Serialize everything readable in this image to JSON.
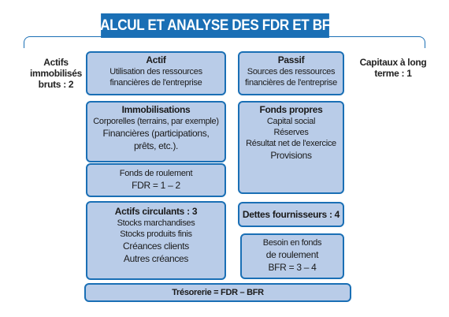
{
  "title": "CALCUL ET ANALYSE DES FDR ET BFR",
  "left_label": [
    "Actifs",
    "immobilisés",
    "bruts : 2"
  ],
  "right_label": [
    "Capitaux à",
    "long terme : 1"
  ],
  "actif": {
    "heading": "Actif",
    "lines": [
      "Utilisation des ressources",
      "financières de l'entreprise"
    ]
  },
  "passif": {
    "heading": "Passif",
    "lines": [
      "Sources des ressources",
      "financières de l'entreprise"
    ]
  },
  "immobilisations": {
    "heading": "Immobilisations",
    "line1": "Corporelles (terrains, par exemple)",
    "line2": "Financières (participations,",
    "line3": "prêts, etc.)."
  },
  "fonds_propres": {
    "heading": "Fonds propres",
    "lines": [
      "Capital social",
      "Réserves",
      "Résultat net de l'exercice",
      "Provisions"
    ]
  },
  "fdr": {
    "line1": "Fonds de roulement",
    "line2": "FDR = 1 – 2"
  },
  "actifs_circulants": {
    "heading": "Actifs circulants : 3",
    "lines": [
      "Stocks marchandises",
      "Stocks produits finis",
      "Créances clients",
      "Autres créances"
    ]
  },
  "dettes_fournisseurs": "Dettes fournisseurs : 4",
  "bfr": {
    "line1": "Besoin en fonds",
    "line2": "de roulement",
    "line3": "BFR = 3 – 4"
  },
  "tresorerie": "Trésorerie = FDR – BFR"
}
